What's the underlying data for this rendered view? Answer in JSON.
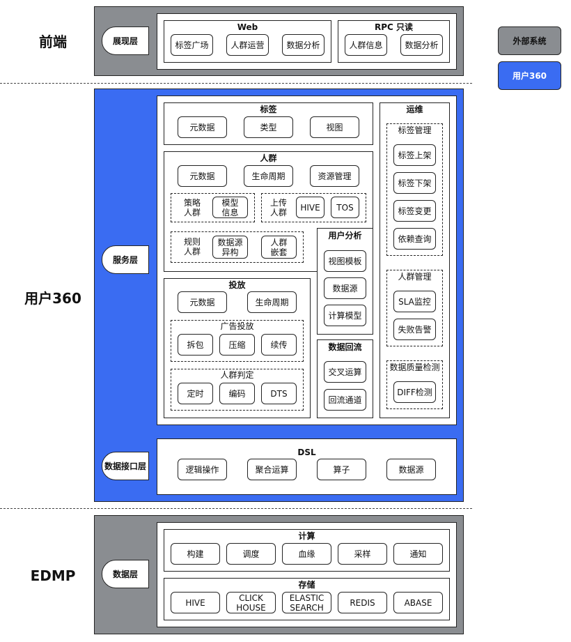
{
  "colors": {
    "gray": "#8a8d91",
    "blue": "#3a6cf2",
    "white": "#ffffff"
  },
  "regions": {
    "frontend": "前端",
    "user360": "用户360",
    "edmp": "EDMP"
  },
  "layers": {
    "presentation": "展现层",
    "service": "服务层",
    "data_interface": "数据接口层",
    "data": "数据层"
  },
  "legend": {
    "external": "外部系统",
    "user360": "用户360"
  },
  "web": {
    "title": "Web",
    "items": [
      "标签广场",
      "人群运营",
      "数据分析"
    ]
  },
  "rpc": {
    "title": "RPC 只读",
    "items": [
      "人群信息",
      "数据分析"
    ]
  },
  "tags": {
    "title": "标签",
    "items": [
      "元数据",
      "类型",
      "视图"
    ]
  },
  "crowd": {
    "title": "人群",
    "items": [
      "元数据",
      "生命周期",
      "资源管理"
    ],
    "strategy": {
      "label": "策略\n人群",
      "item": "模型\n信息"
    },
    "upload": {
      "label": "上传\n人群",
      "items": [
        "HIVE",
        "TOS"
      ]
    },
    "rule": {
      "label": "规则\n人群",
      "items": [
        "数据源\n异构",
        "人群\n嵌套"
      ]
    }
  },
  "user_analysis": {
    "title": "用户分析",
    "items": [
      "视图模板",
      "数据源",
      "计算模型"
    ]
  },
  "delivery": {
    "title": "投放",
    "items": [
      "元数据",
      "生命周期"
    ],
    "ad": {
      "title": "广告投放",
      "items": [
        "拆包",
        "压缩",
        "续传"
      ]
    },
    "judge": {
      "title": "人群判定",
      "items": [
        "定时",
        "编码",
        "DTS"
      ]
    }
  },
  "backflow": {
    "title": "数据回流",
    "items": [
      "交叉运算",
      "回流通道"
    ]
  },
  "ops": {
    "title": "运维",
    "tag_mgmt": {
      "title": "标签管理",
      "items": [
        "标签上架",
        "标签下架",
        "标签变更",
        "依赖查询"
      ]
    },
    "crowd_mgmt": {
      "title": "人群管理",
      "items": [
        "SLA监控",
        "失败告警"
      ]
    },
    "quality": {
      "title": "数据质量检测",
      "items": [
        "DIFF检测"
      ]
    }
  },
  "dsl": {
    "title": "DSL",
    "items": [
      "逻辑操作",
      "聚合运算",
      "算子",
      "数据源"
    ]
  },
  "compute": {
    "title": "计算",
    "items": [
      "构建",
      "调度",
      "血缘",
      "采样",
      "通知"
    ]
  },
  "storage": {
    "title": "存储",
    "items": [
      "HIVE",
      "CLICK\nHOUSE",
      "ELASTIC\nSEARCH",
      "REDIS",
      "ABASE"
    ]
  }
}
